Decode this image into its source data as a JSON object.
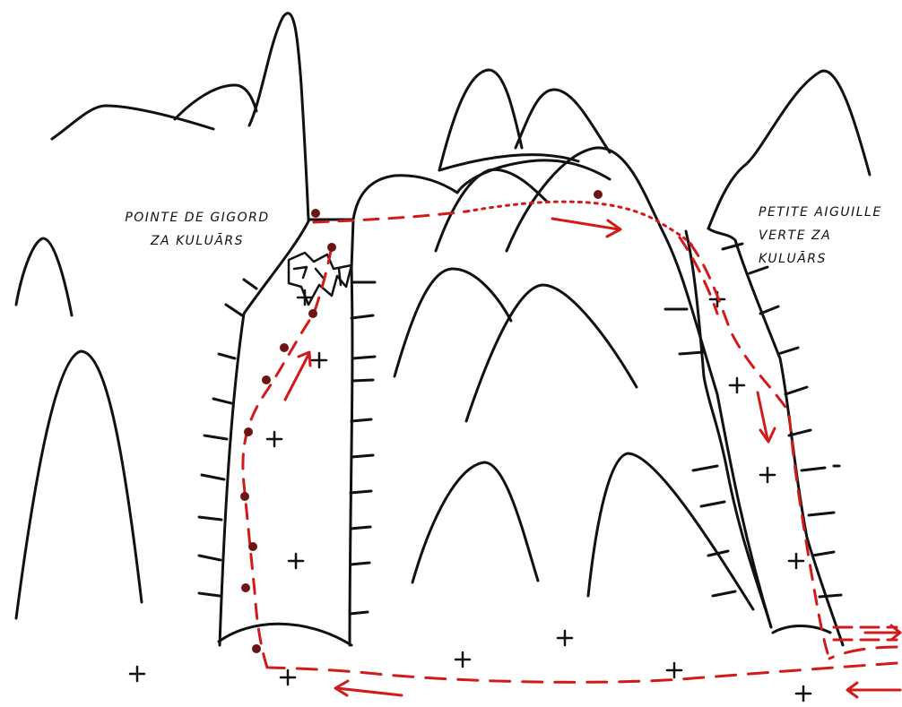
{
  "labels": {
    "left": [
      "POINTE DE GIGORD",
      "ZA KULUĀRS"
    ],
    "right": [
      "PETITE AIGUILLE",
      "VERTE ZA",
      "KULUĀRS"
    ]
  },
  "colors": {
    "ink": "#111111",
    "route": "#d11a1a",
    "belay": "#6e1414",
    "background": "#ffffff"
  },
  "icons": {
    "protection": "cross-mark",
    "belay": "filled-dot",
    "direction": "arrow"
  }
}
